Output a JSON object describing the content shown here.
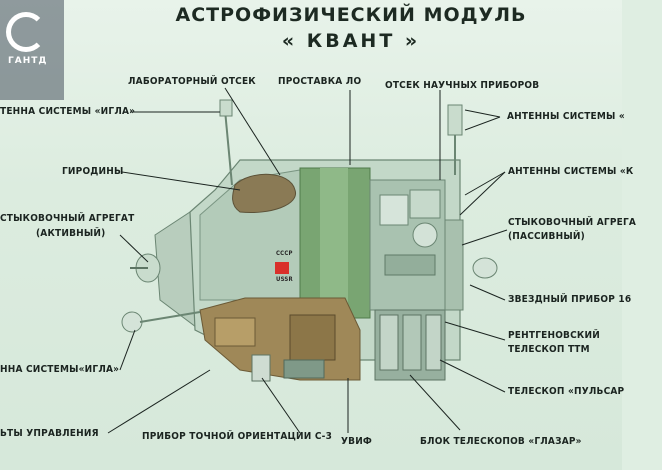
{
  "title": {
    "line1": "АСТРОФИЗИЧЕСКИЙ МОДУЛЬ",
    "line2": "« КВАНТ »"
  },
  "logo": {
    "text": "ГАНТД"
  },
  "flag": {
    "line1": "СССР",
    "line2": "USSR",
    "color": "#d9302a"
  },
  "labels": {
    "lab_section": "ЛАБОРАТОРНЫЙ ОТСЕК",
    "spacer_lo": "ПРОСТАВКА ЛО",
    "sci_instruments": "ОТСЕК НАУЧНЫХ ПРИБОРОВ",
    "igla_antennas_top": "ТЕННА СИСТЕМЫ «ИГЛА»",
    "right_antennas_1": "АНТЕННЫ СИСТЕМЫ «",
    "gyrodines": "ГИРОДИНЫ",
    "right_antennas_2": "АНТЕННЫ СИСТЕМЫ «К",
    "docking_active_1": "СТЫКОВОЧНЫЙ АГРЕГАТ",
    "docking_active_2": "(АКТИВНЫЙ)",
    "docking_passive_1": "СТЫКОВОЧНЫЙ АГРЕГА",
    "docking_passive_2": "(ПАССИВНЫЙ)",
    "star_sensor": "ЗВЕЗДНЫЙ ПРИБОР 16",
    "xray_1": "РЕНТГЕНОВСКИЙ",
    "xray_2": "ТЕЛЕСКОП ТТМ",
    "igla_antennas_bottom": "ННА СИСТЕМЫ«ИГЛА»",
    "pulsar": "ТЕЛЕСКОП «ПУЛЬСАР",
    "control_panels": "ЬТЫ УПРАВЛЕНИЯ",
    "orientation": "ПРИБОР ТОЧНОЙ ОРИЕНТАЦИИ С-3",
    "uvif": "УВИФ",
    "glazar": "БЛОК ТЕЛЕСКОПОВ «ГЛАЗАР»"
  },
  "colors": {
    "hull": "#bcd3c2",
    "hull_dark": "#8fae99",
    "center": "#6f9c6a",
    "interior": "#a0895a",
    "text": "#1b2420"
  }
}
